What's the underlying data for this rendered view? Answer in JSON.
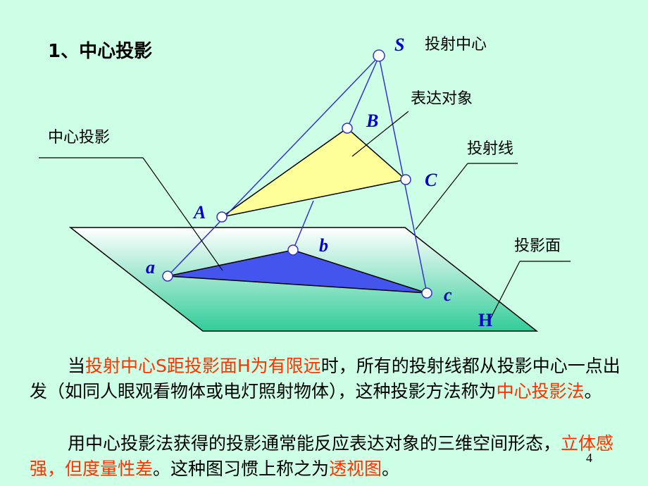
{
  "title": "1、中心投影",
  "labels": {
    "center_label": "投射中心",
    "object_label": "表达对象",
    "central_projection_label": "中心投影",
    "ray_label": "投射线",
    "plane_label": "投影面"
  },
  "points": {
    "S": "S",
    "A": "A",
    "B": "B",
    "C": "C",
    "a": "a",
    "b": "b",
    "c": "c",
    "H": "H"
  },
  "colors": {
    "background": "#ccffe6",
    "triangle_object": "#ffff99",
    "triangle_projection": "#4455ee",
    "point_label": "#0000cc",
    "highlight": "#ff3300"
  },
  "paragraph1": {
    "t1": "当",
    "h1": "投射中心S距投影面H为有限远",
    "t2": "时，所有的投射线都从投影中心一点出发（如同人眼观看物体或电灯照射物体），这种投影方法称为",
    "h2": "中心投影法",
    "t3": "。"
  },
  "paragraph2": {
    "t1": "用中心投影法获得的投影通常能反应表达对象的三维空间形态，",
    "h1": "立体感强，但度量性差",
    "t2": "。这种图习惯上称之为",
    "h2": "透视图",
    "t3": "。"
  },
  "page_number": "4"
}
